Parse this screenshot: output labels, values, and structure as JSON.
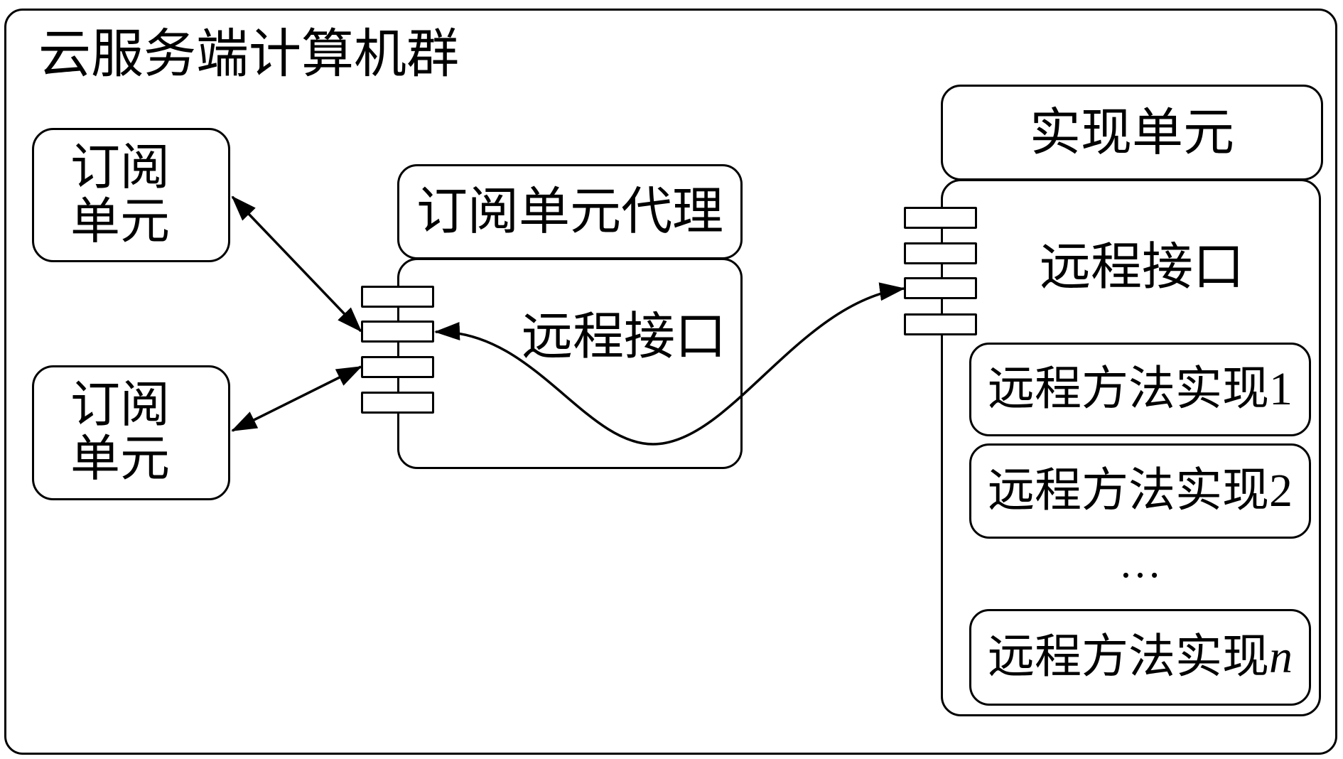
{
  "title": "云服务端计算机群",
  "subscriber_units": [
    {
      "lines": [
        "订阅",
        "单元"
      ]
    },
    {
      "lines": [
        "订阅",
        "单元"
      ]
    }
  ],
  "proxy": {
    "label": "订阅单元代理",
    "interface_label": "远程接口"
  },
  "implementation": {
    "label": "实现单元",
    "interface_label": "远程接口",
    "methods": [
      {
        "name": "远程方法实现",
        "index": "1"
      },
      {
        "name": "远程方法实现",
        "index": "2"
      },
      {
        "name": "远程方法实现",
        "index": "n"
      }
    ],
    "ellipsis": "…"
  },
  "colors": {
    "stroke": "#000000",
    "background": "#ffffff"
  }
}
